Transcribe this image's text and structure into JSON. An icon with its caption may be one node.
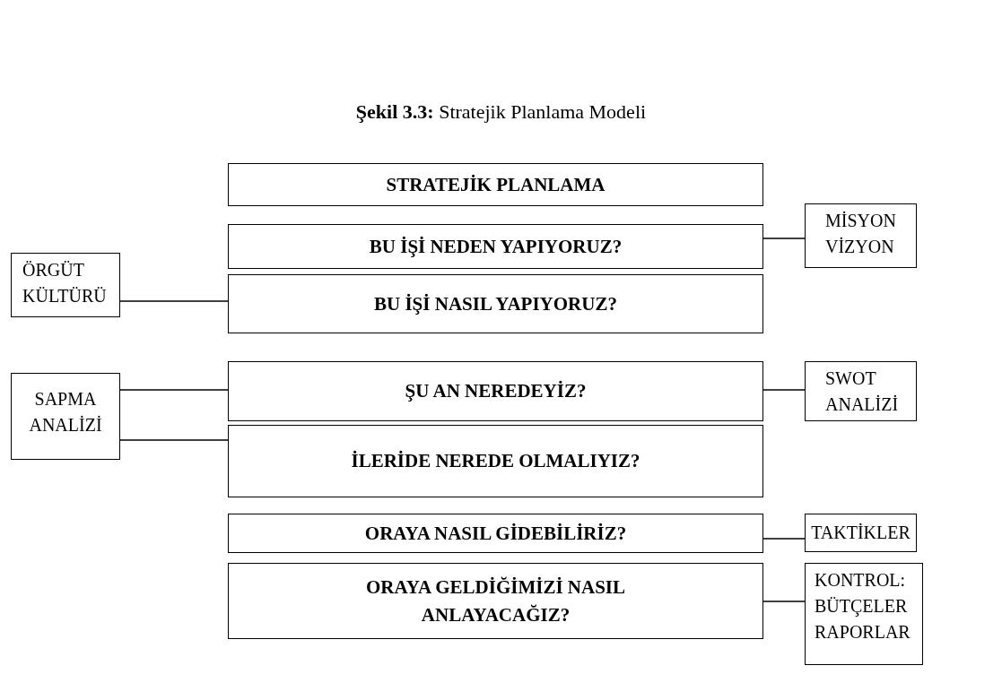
{
  "diagram": {
    "title": "**Şekil 3.3:** Stratejik Planlama Modeli",
    "nodes": [
      {
        "text": [
          "STRATEJİK PLANLAMA"
        ]
      },
      {
        "text": [
          "BU İŞİ NEDEN YAPIYORUZ?"
        ]
      },
      {
        "text": [
          "MİSYON VİZYON"
        ]
      },
      {
        "text": [
          "ÖRGÜT KÜLTÜRÜ"
        ]
      },
      {
        "text": [
          "BU İŞİ NASIL YAPIYORUZ?"
        ]
      },
      {
        "text": [
          "SAPMA ANALİZİ"
        ]
      },
      {
        "text": [
          "ŞU AN NEREDEYİZ?"
        ]
      },
      {
        "text": [
          "SWOT ANALİZİ"
        ]
      },
      {
        "text": [
          "İLERİDE NEREDE OLMALIYIZ?"
        ]
      },
      {
        "text": [
          "ORAYA NASIL GİDEBİLİRİZ?"
        ]
      },
      {
        "text": [
          "TAKTİKLER"
        ]
      },
      {
        "text": [
          "ORAYA GELDİĞİMİZİ NASIL ANLAYACAĞIZ?"
        ]
      },
      {
        "text": [
          "KONTROL: BÜTÇELER RAPORLAR"
        ]
      }
    ],
    "edges": [
      {
        "from": 1,
        "to": 2,
        "arrow": "none"
      },
      {
        "from": 3,
        "to": 4,
        "arrow": "none"
      },
      {
        "from": 5,
        "to": 6,
        "arrow": "none"
      },
      {
        "from": 5,
        "to": 8,
        "arrow": "none"
      },
      {
        "from": 6,
        "to": 7,
        "arrow": "none"
      },
      {
        "from": 9,
        "to": 10,
        "arrow": "none"
      },
      {
        "from": 11,
        "to": 12,
        "arrow": "none"
      }
    ]
  }
}
